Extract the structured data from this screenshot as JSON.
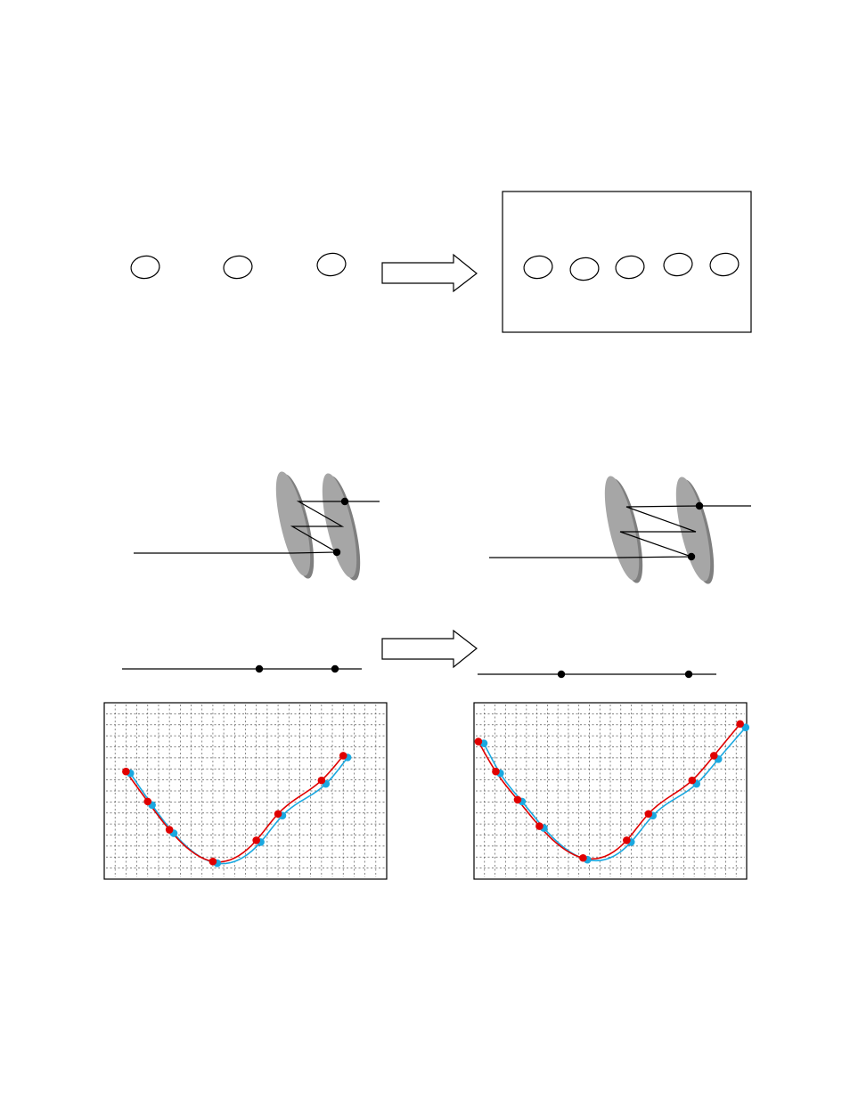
{
  "colors": {
    "stroke": "#000000",
    "lens_fill": "#a6a6a6",
    "lens_shadow": "#7f7f7f",
    "grid_line": "#595959",
    "series_red": "#e00000",
    "series_cyan": "#1aa8e0",
    "background": "#ffffff"
  },
  "icons": {
    "transition_arrow": "right-arrow-icon"
  },
  "chart_data": [
    {
      "type": "scatter",
      "series": [
        {
          "x": [
            1,
            2,
            3,
            5,
            7,
            8,
            10,
            11
          ],
          "y": [
            6.1,
            4.4,
            2.8,
            1.0,
            2.2,
            3.7,
            5.6,
            7.0
          ]
        },
        {
          "x": [
            1.2,
            2.2,
            3.2,
            5.2,
            7.2,
            8.2,
            10.2,
            11.2
          ],
          "y": [
            6.0,
            4.2,
            2.6,
            0.9,
            2.1,
            3.6,
            5.4,
            6.9
          ]
        }
      ],
      "xlim": [
        0,
        13
      ],
      "ylim": [
        0,
        10
      ],
      "grid": true
    },
    {
      "type": "scatter",
      "series": [
        {
          "x": [
            0.2,
            1.0,
            2.0,
            3.0,
            5.0,
            7.0,
            8.0,
            10.0,
            11.0,
            12.2
          ],
          "y": [
            7.8,
            6.1,
            4.5,
            3.0,
            1.2,
            2.2,
            3.7,
            5.6,
            7.0,
            8.8
          ]
        },
        {
          "x": [
            0.45,
            1.2,
            2.2,
            3.2,
            5.2,
            7.2,
            8.2,
            10.2,
            11.2,
            12.45
          ],
          "y": [
            7.7,
            6.0,
            4.4,
            2.9,
            1.1,
            2.1,
            3.6,
            5.4,
            6.8,
            8.6
          ]
        }
      ],
      "xlim": [
        0,
        12.5
      ],
      "ylim": [
        0,
        10
      ],
      "grid": true
    }
  ]
}
